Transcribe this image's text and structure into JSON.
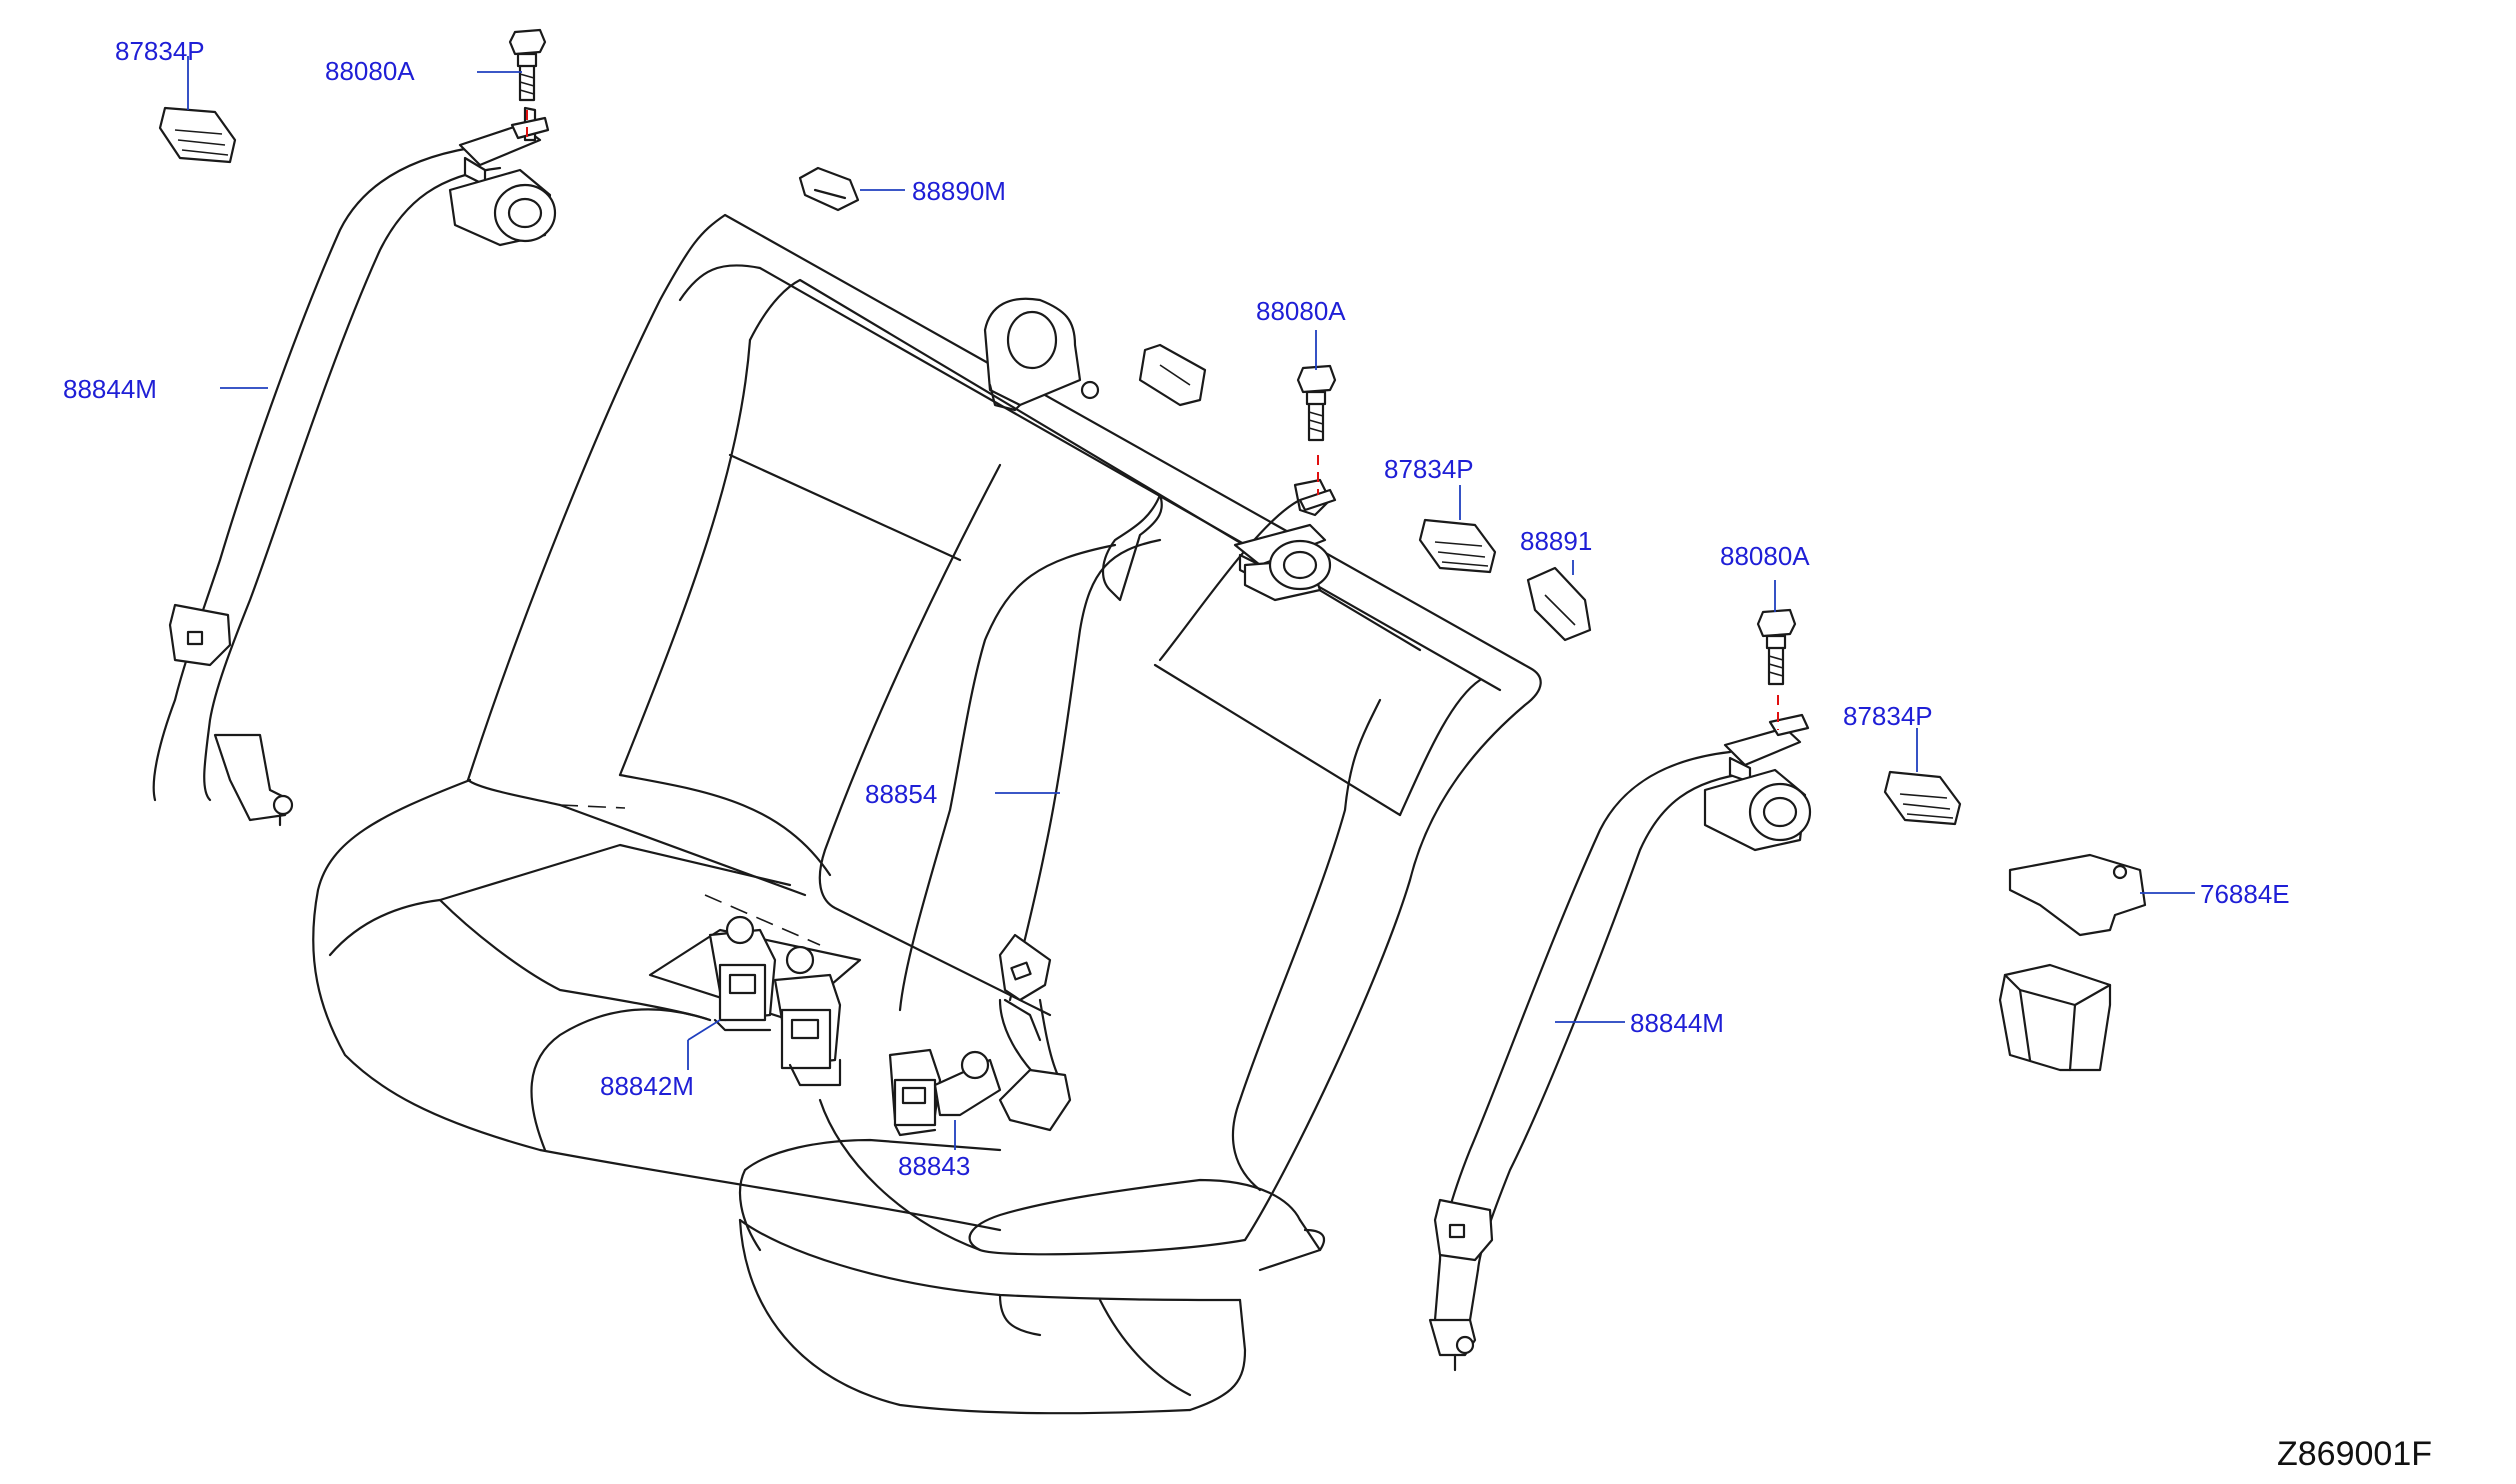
{
  "colors": {
    "label": "#1f1fd6",
    "leader": "#1f3fbf",
    "line": "#1a1a1a",
    "centerline": "#e01010"
  },
  "labels": {
    "p1": "87834P",
    "p2": "88080A",
    "p3": "88890M",
    "p4": "88844M",
    "p5": "88080A",
    "p6": "87834P",
    "p7": "88891",
    "p8": "88080A",
    "p9": "87834P",
    "p10": "88854",
    "p11": "76884E",
    "p12": "88844M",
    "p13": "88842M",
    "p14": "88843"
  },
  "drawing_code": "Z869001F"
}
